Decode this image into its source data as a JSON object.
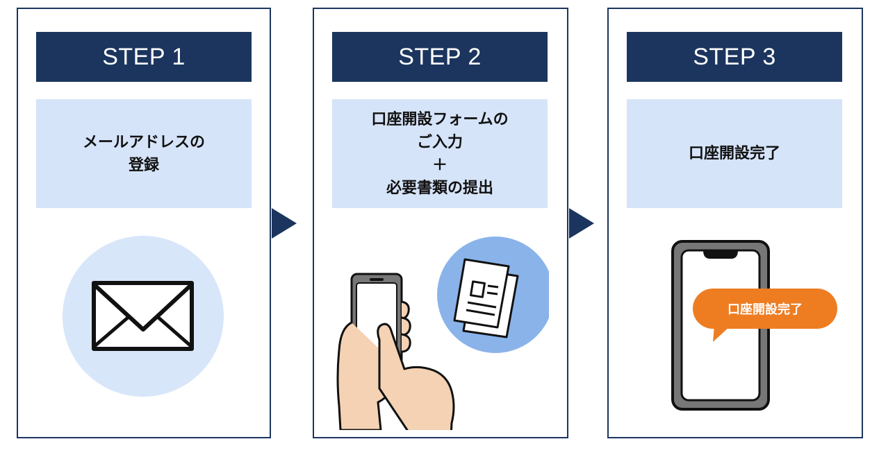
{
  "steps": [
    {
      "title": "STEP 1",
      "lines": [
        "メールアドレスの",
        "登録"
      ]
    },
    {
      "title": "STEP 2",
      "lines": [
        "口座開設フォームの",
        "ご入力",
        "＋",
        "必要書類の提出"
      ]
    },
    {
      "title": "STEP 3",
      "lines": [
        "口座開設完了"
      ]
    }
  ],
  "illustrations": {
    "step1": "envelope-icon",
    "step2": [
      "hand-holding-phone",
      "documents-icon"
    ],
    "step3": "smartphone-icon"
  },
  "bubble_text": "口座開設完了",
  "colors": {
    "navy": "#1c355e",
    "light_blue": "#d6e4f9",
    "circle_blue": "#d8e6fa",
    "doc_circle": "#8ab3ea",
    "orange": "#ee7d22",
    "skin": "#f4d2b3"
  }
}
